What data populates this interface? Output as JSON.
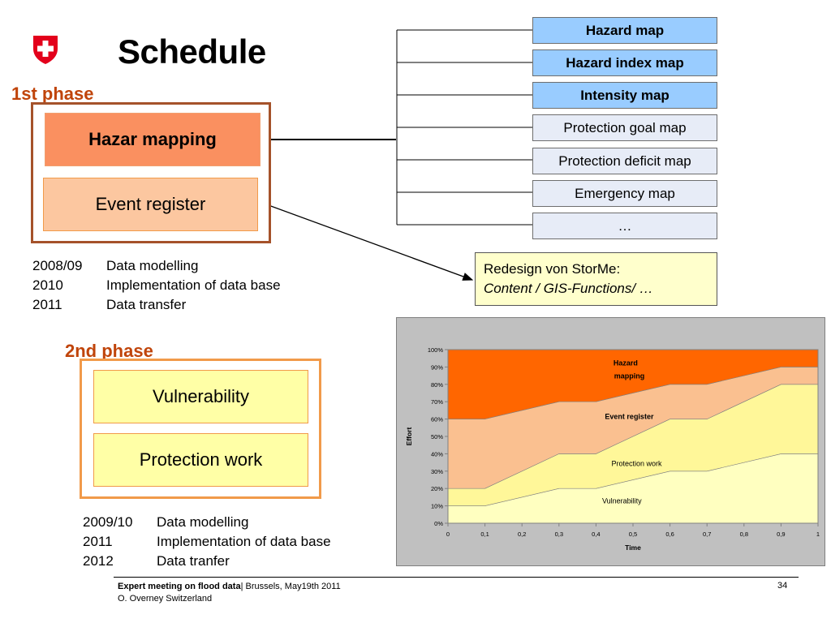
{
  "title": "Schedule",
  "logo": {
    "icon": "swiss-cross-shield-icon",
    "color": "#e3001b"
  },
  "phase1": {
    "label": "1st phase",
    "box1": "Hazar mapping",
    "box2": "Event register",
    "schedule": [
      {
        "year": "2008/09",
        "task": "Data modelling"
      },
      {
        "year": "2010",
        "task": "Implementation of data base"
      },
      {
        "year": "2011",
        "task": "Data transfer"
      }
    ]
  },
  "phase2": {
    "label": "2nd phase",
    "box1": "Vulnerability",
    "box2": "Protection work",
    "schedule": [
      {
        "year": "2009/10",
        "task": "Data modelling"
      },
      {
        "year": "2011",
        "task": "Implementation of data base"
      },
      {
        "year": "2012",
        "task": "Data tranfer"
      }
    ]
  },
  "maps": [
    {
      "label": "Hazard map",
      "highlight": true
    },
    {
      "label": "Hazard index map",
      "highlight": true
    },
    {
      "label": "Intensity map",
      "highlight": true
    },
    {
      "label": "Protection goal map",
      "highlight": false
    },
    {
      "label": "Protection deficit map",
      "highlight": false
    },
    {
      "label": "Emergency map",
      "highlight": false
    },
    {
      "label": "…",
      "highlight": false
    }
  ],
  "redesign": {
    "line1": "Redesign von StorMe:",
    "line2": "Content / GIS-Functions/ …"
  },
  "colors": {
    "hazard_mapping": "#ff6600",
    "event_register": "#fac090",
    "protection_work": "#fff799",
    "vulnerability": "#ffffc0",
    "map_highlight": "#99ccff",
    "map_plain": "#e7ecf7"
  },
  "chart_data": {
    "type": "area",
    "stacked": true,
    "x": [
      0,
      0.1,
      0.3,
      0.4,
      0.6,
      0.7,
      0.9,
      1.0
    ],
    "x_ticks": [
      "0",
      "0,1",
      "0,2",
      "0,3",
      "0,4",
      "0,5",
      "0,6",
      "0,7",
      "0,8",
      "0,9",
      "1"
    ],
    "y_ticks": [
      "0%",
      "10%",
      "20%",
      "30%",
      "40%",
      "50%",
      "60%",
      "70%",
      "80%",
      "90%",
      "100%"
    ],
    "xlabel": "Time",
    "ylabel": "Effort",
    "xlim": [
      0,
      1
    ],
    "ylim": [
      0,
      100
    ],
    "series": [
      {
        "name": "Vulnerability",
        "values": [
          10,
          10,
          20,
          20,
          30,
          30,
          40,
          40
        ],
        "color": "#ffffc0"
      },
      {
        "name": "Protection work",
        "values": [
          10,
          10,
          20,
          20,
          30,
          30,
          40,
          40
        ],
        "color": "#fff799"
      },
      {
        "name": "Event register",
        "values": [
          40,
          40,
          30,
          30,
          20,
          20,
          10,
          10
        ],
        "color": "#fac090"
      },
      {
        "name": "Hazard mapping",
        "values": [
          40,
          40,
          30,
          30,
          20,
          20,
          10,
          10
        ],
        "color": "#ff6600"
      }
    ],
    "annotations": [
      "Hazard",
      "mapping",
      "Event register",
      "Protection work",
      "Vulnerability"
    ]
  },
  "footer": {
    "event": "Expert meeting on flood data",
    "place": "| Brussels, May19th 2011",
    "author": "O. Overney Switzerland",
    "page": "34"
  }
}
